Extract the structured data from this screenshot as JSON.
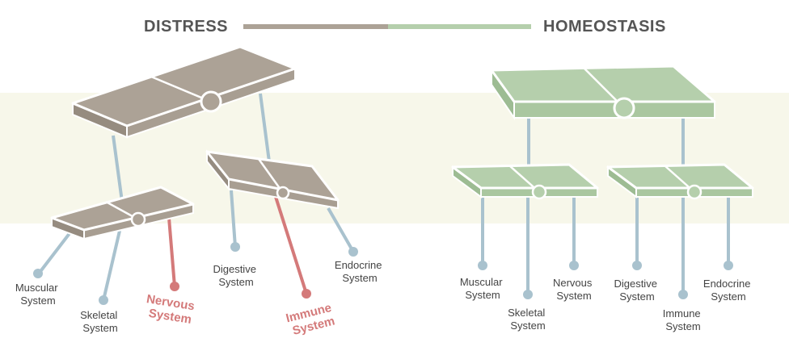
{
  "header": {
    "left_label": "DISTRESS",
    "right_label": "HOMEOSTASIS"
  },
  "colors": {
    "distress_plate": "#aca296",
    "distress_plate_dark": "#968c80",
    "homeostasis_plate": "#b5cfac",
    "homeostasis_plate_dark": "#9dbc93",
    "band": "#f7f7ea",
    "rod": "#a9c2ce",
    "affected": "#d47a7a",
    "text": "#555555"
  },
  "distress": {
    "muscular": [
      "Muscular",
      "System"
    ],
    "skeletal": [
      "Skeletal",
      "System"
    ],
    "nervous": [
      "Nervous",
      "System"
    ],
    "digestive": [
      "Digestive",
      "System"
    ],
    "immune": [
      "Immune",
      "System"
    ],
    "endocrine": [
      "Endocrine",
      "System"
    ]
  },
  "homeostasis": {
    "muscular": [
      "Muscular",
      "System"
    ],
    "skeletal": [
      "Skeletal",
      "System"
    ],
    "nervous": [
      "Nervous",
      "System"
    ],
    "digestive": [
      "Digestive",
      "System"
    ],
    "immune": [
      "Immune",
      "System"
    ],
    "endocrine": [
      "Endocrine",
      "System"
    ]
  }
}
